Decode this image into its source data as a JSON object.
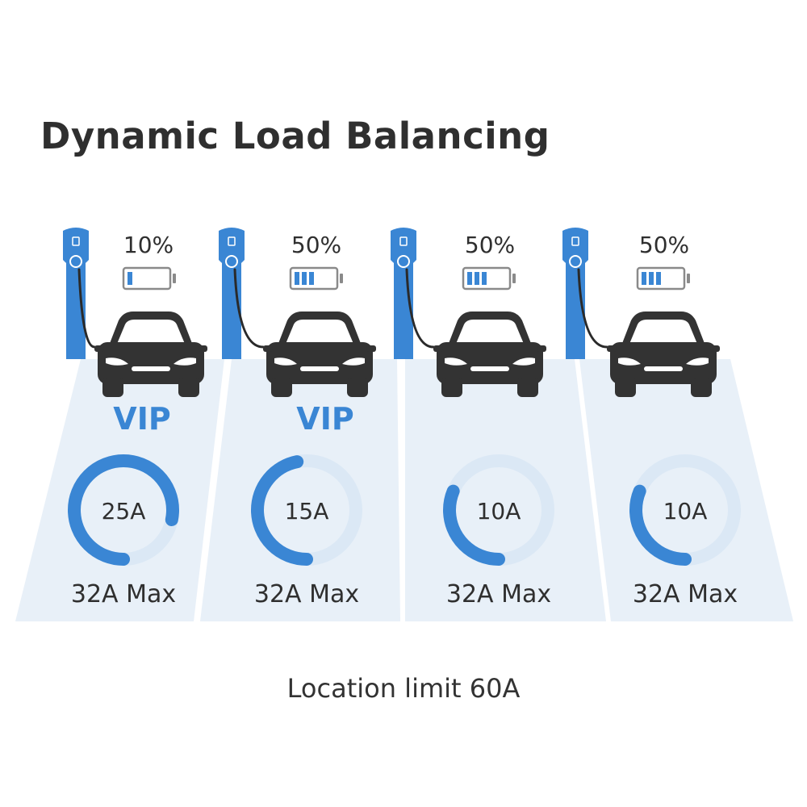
{
  "title": "Dynamic Load Balancing",
  "footer": "Location limit 60A",
  "colors": {
    "accent": "#3a86d4",
    "ring_track": "#dbe8f5",
    "lot": "#e8f0f8",
    "car": "#333333",
    "battery_outline": "#8a8a8a"
  },
  "stations": [
    {
      "battery_label": "10%",
      "battery_fraction": 0.1,
      "vip": "VIP",
      "current_label": "25A",
      "current_value": 25,
      "max_label": "32A Max",
      "max_value": 32
    },
    {
      "battery_label": "50%",
      "battery_fraction": 0.5,
      "vip": "VIP",
      "current_label": "15A",
      "current_value": 15,
      "max_label": "32A Max",
      "max_value": 32
    },
    {
      "battery_label": "50%",
      "battery_fraction": 0.5,
      "vip": "",
      "current_label": "10A",
      "current_value": 10,
      "max_label": "32A Max",
      "max_value": 32
    },
    {
      "battery_label": "50%",
      "battery_fraction": 0.5,
      "vip": "",
      "current_label": "10A",
      "current_value": 10,
      "max_label": "32A Max",
      "max_value": 32
    }
  ]
}
